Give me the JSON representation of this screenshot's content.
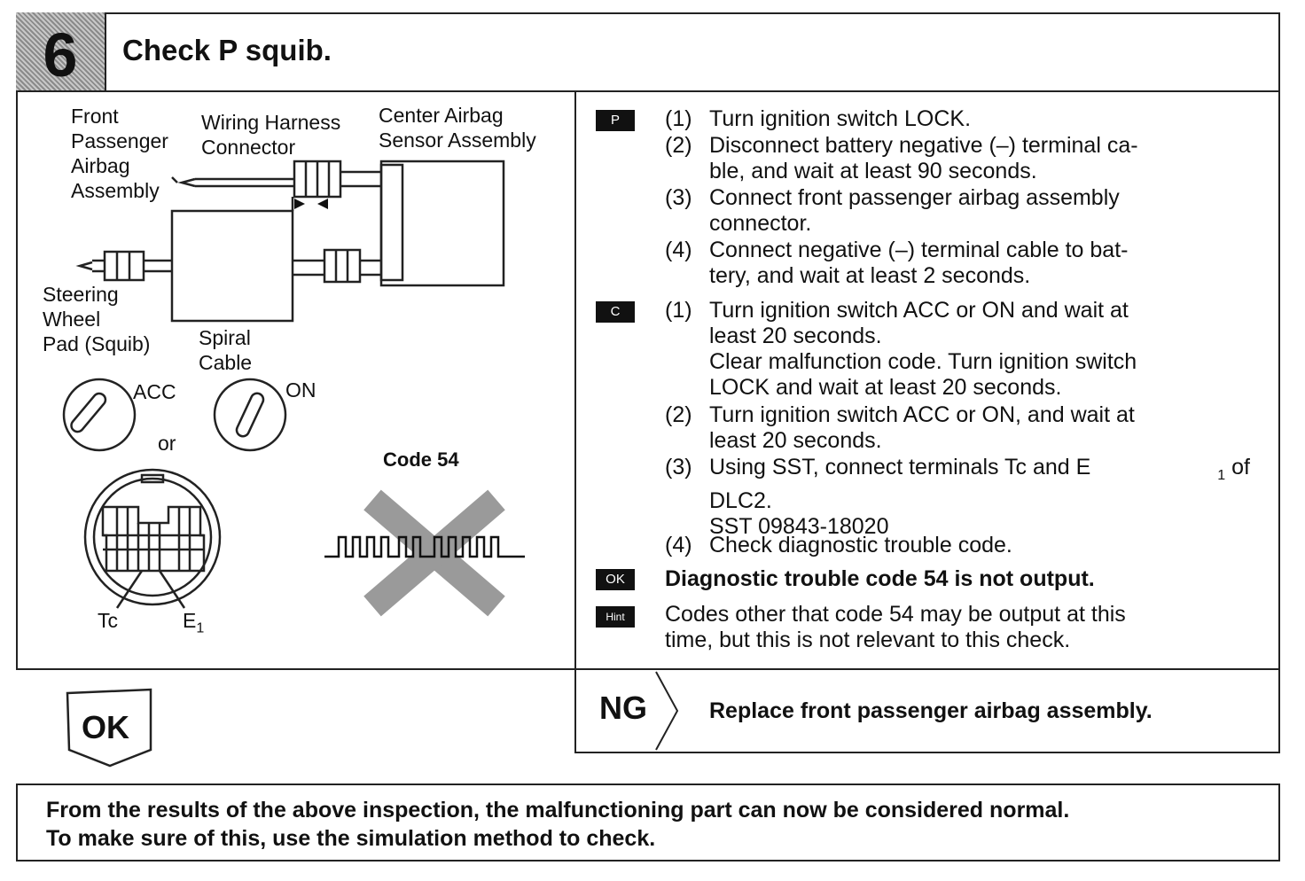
{
  "step": {
    "number": "6",
    "title": "Check P squib."
  },
  "diagram": {
    "labels": {
      "front_passenger": [
        "Front",
        "Passenger",
        "Airbag",
        "Assembly"
      ],
      "wiring_harness": [
        "Wiring Harness",
        "Connector"
      ],
      "center_airbag": [
        "Center Airbag",
        "Sensor Assembly"
      ],
      "steering": [
        "Steering",
        "Wheel",
        "Pad (Squib)"
      ],
      "spiral": [
        "Spiral",
        "Cable"
      ],
      "acc": "ACC",
      "on": "ON",
      "or": "or",
      "tc": "Tc",
      "e1": "E",
      "e1_sub": "1",
      "code": "Code 54"
    }
  },
  "procedure": {
    "p_badge": "P",
    "p_steps": [
      {
        "num": "(1)",
        "lines": [
          "Turn ignition switch LOCK."
        ]
      },
      {
        "num": "(2)",
        "lines": [
          "Disconnect battery negative (–) terminal ca-",
          "ble, and wait at least 90 seconds."
        ]
      },
      {
        "num": "(3)",
        "lines": [
          "Connect front passenger airbag assembly",
          "connector."
        ]
      },
      {
        "num": "(4)",
        "lines": [
          "Connect negative (–) terminal cable to bat-",
          "tery, and wait at least 2 seconds."
        ]
      }
    ],
    "c_badge": "C",
    "c_steps": [
      {
        "num": "(1)",
        "lines": [
          "Turn ignition switch ACC or ON and wait at",
          "least 20 seconds.",
          "Clear malfunction code. Turn ignition switch",
          "LOCK and wait at least 20 seconds."
        ]
      },
      {
        "num": "(2)",
        "lines": [
          "Turn ignition switch ACC or ON, and wait at",
          "least 20 seconds."
        ]
      },
      {
        "num": "(3)",
        "lines": [
          "Using SST, connect terminals Tc and E",
          "DLC2.",
          "SST 09843-18020"
        ],
        "sub": "1",
        "after_sub": " of"
      },
      {
        "num": "(4)",
        "lines": [
          "Check diagnostic trouble code."
        ]
      }
    ],
    "ok_badge": "OK",
    "ok_text": "Diagnostic trouble code 54 is not output.",
    "hint_badge": "Hint",
    "hint_lines": [
      "Codes other that code 54 may be output at this",
      "time, but this is not relevant to this check."
    ]
  },
  "ok_label": "OK",
  "ng": {
    "label": "NG",
    "text": "Replace front passenger airbag assembly."
  },
  "note": [
    "From the results of the above inspection, the malfunctioning part can now be considered normal.",
    "To make sure of this, use the simulation method to check."
  ]
}
